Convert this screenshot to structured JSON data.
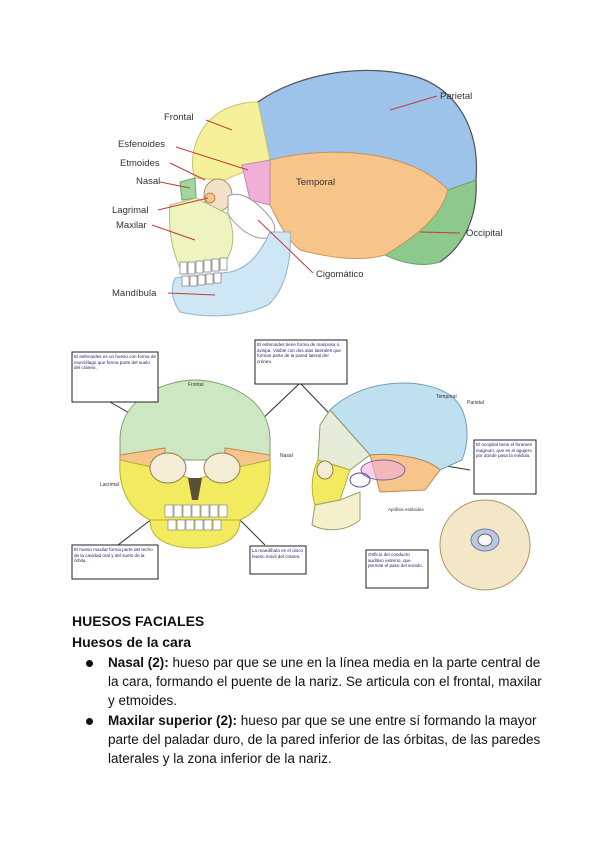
{
  "top_skull": {
    "labels": {
      "frontal": "Frontal",
      "esfenoides": "Esfenoides",
      "etmoides": "Etmoides",
      "nasal": "Nasal",
      "lagrimal": "Lagrimal",
      "maxilar": "Maxilar",
      "mandibula": "Mandíbula",
      "parietal": "Parietal",
      "temporal": "Temporal",
      "occipital": "Occipital",
      "cigomatico": "Cigomático"
    },
    "colors": {
      "frontal": "#f5f09a",
      "parietal": "#9ec3ea",
      "temporal": "#f7c48a",
      "occipital": "#8dc98d",
      "esfenoides": "#f0b0d8",
      "maxilar": "#eef3c0",
      "mandibula": "#cfe6f5",
      "nasal": "#9fd79f",
      "lagrimal": "#f7c48a"
    }
  },
  "bottom_figure": {
    "labels": {
      "frontal": "Frontal",
      "lacrimal": "Lacrimal",
      "nasal": "Nasal",
      "temporal": "Temporal",
      "parietal": "Parietal",
      "apofisis": "Apófisis estiloides"
    },
    "notes": {
      "left_top": "El esfenoides es un hueso con forma de murciélago que forma parte del suelo del cráneo.",
      "center_top": "El esfenoides tiene forma de mariposa o avispa. Visible con dos alas laterales que forman parte de la pared lateral del cráneo.",
      "right": "El occipital tiene el foramen magnum, que es el agujero por donde pasa la médula.",
      "left_bottom": "El hueso maxilar forma parte del techo de la cavidad oral y del suelo de la órbita.",
      "center_bottom": "La mandíbula es el único hueso móvil del cráneo.",
      "bottom_mid": "Orificio del conducto auditivo externo, que permite el paso del sonido."
    }
  },
  "section": {
    "title": "HUESOS FACIALES",
    "subtitle": "Huesos de la cara",
    "items": [
      {
        "term": "Nasal (2):",
        "text": " hueso par que se une en la línea media en la parte central de la cara, formando el puente de la nariz. Se articula con el frontal, maxilar y etmoides."
      },
      {
        "term": "Maxilar superior (2):",
        "text": " hueso par que se une entre sí formando la mayor parte del paladar duro, de la pared inferior de las órbitas, de las paredes laterales y la zona inferior de la nariz."
      }
    ]
  }
}
